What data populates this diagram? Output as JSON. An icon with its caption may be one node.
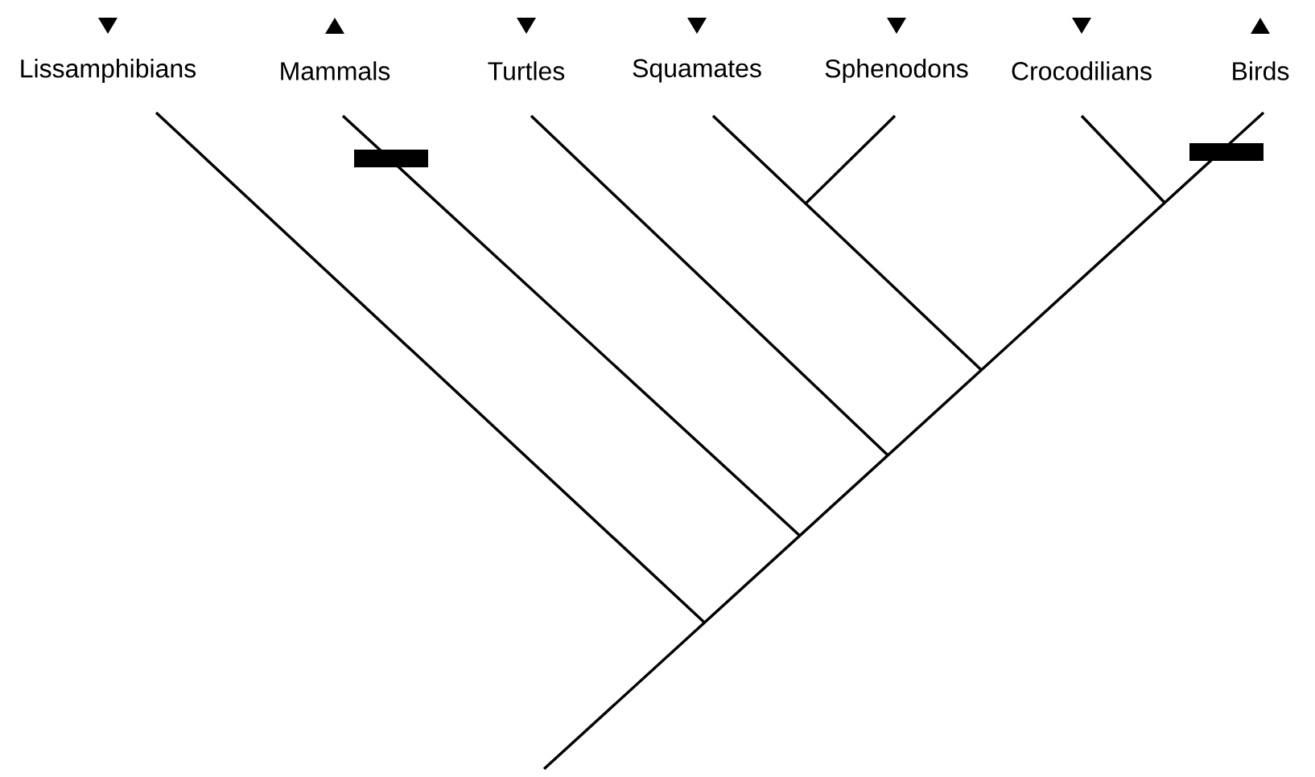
{
  "diagram": {
    "nodes": [
      {
        "text": [
          "Lissamphibians"
        ]
      },
      {
        "text": [
          "Mammals"
        ]
      },
      {
        "text": [
          "Turtles"
        ]
      },
      {
        "text": [
          "Squamates"
        ]
      },
      {
        "text": [
          "Sphenodons"
        ]
      },
      {
        "text": [
          "Crocodilians"
        ]
      },
      {
        "text": [
          "Birds"
        ]
      }
    ]
  }
}
